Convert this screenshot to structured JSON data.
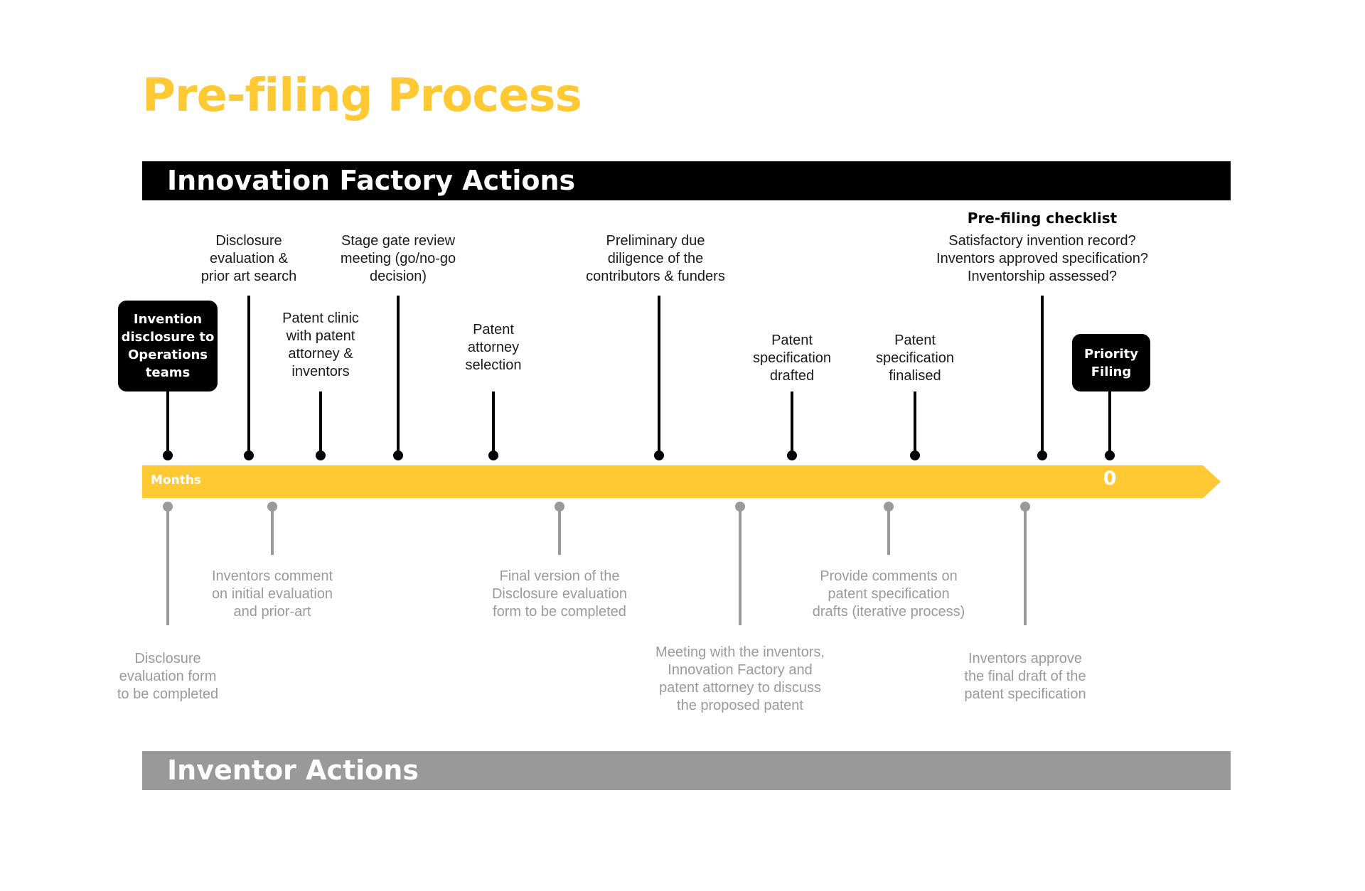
{
  "title": "Pre-filing Process",
  "bands": {
    "top": "Innovation Factory Actions",
    "bottom": "Inventor Actions"
  },
  "axis": {
    "label": "Months",
    "end_marker": "0"
  },
  "colors": {
    "accent_yellow": "#fec932",
    "black": "#000000",
    "inventor_grey": "#999999"
  },
  "boxes": {
    "invention_disclosure": "Invention\ndisclosure to\nOperations\nteams",
    "priority_filing": "Priority\nFiling"
  },
  "innovation_factory_steps": [
    "Disclosure\nevaluation &\nprior art search",
    "Patent clinic\nwith patent\nattorney &\ninventors",
    "Stage gate review\nmeeting (go/no-go\ndecision)",
    "Patent\nattorney\nselection",
    "Preliminary due\ndiligence of the\ncontributors & funders",
    "Patent\nspecification\ndrafted",
    "Patent\nspecification\nfinalised"
  ],
  "checklist": {
    "title": "Pre-filing checklist",
    "items": "Satisfactory invention record?\nInventors approved specification?\nInventorship assessed?"
  },
  "inventor_steps": [
    "Disclosure\nevaluation form\nto be completed",
    "Inventors comment\non initial evaluation\nand prior-art",
    "Final version of the\nDisclosure evaluation\nform to be completed",
    "Meeting with the inventors,\nInnovation Factory and\npatent attorney to discuss\nthe proposed patent",
    "Provide comments on\npatent  specification\ndrafts (iterative process)",
    "Inventors approve\nthe final draft of the\npatent specification"
  ]
}
